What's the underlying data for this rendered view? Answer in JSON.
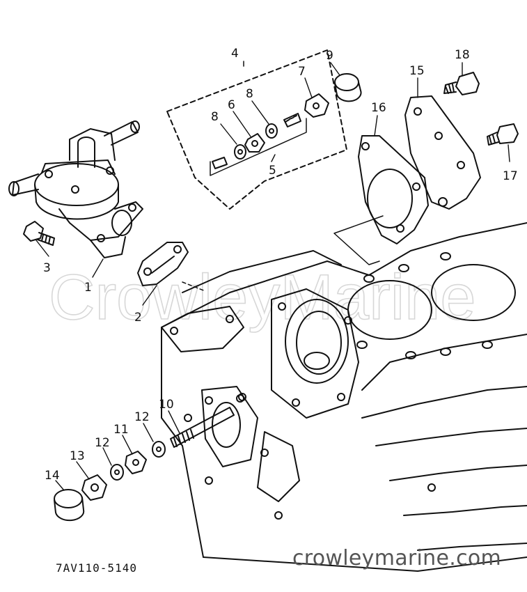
{
  "watermark_text": "CrowleyMarine",
  "site_url": "crowleymarine.com",
  "diagram_code": "7AV110-5140",
  "callouts": {
    "c1": "1",
    "c2": "2",
    "c3": "3",
    "c4": "4",
    "c5": "5",
    "c6": "6",
    "c7": "7",
    "c8a": "8",
    "c8b": "8",
    "c9": "9",
    "c10": "10",
    "c11": "11",
    "c12a": "12",
    "c12b": "12",
    "c13": "13",
    "c14": "14",
    "c15": "15",
    "c16": "16",
    "c17": "17",
    "c18": "18"
  }
}
